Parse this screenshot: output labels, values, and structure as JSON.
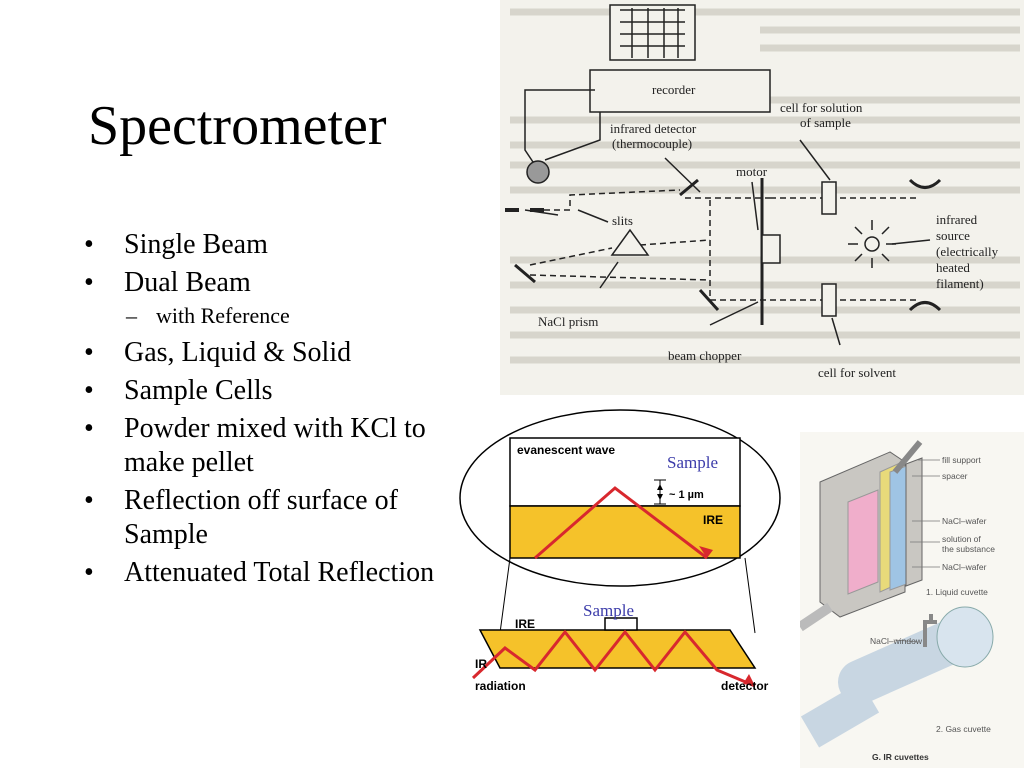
{
  "slide": {
    "title": "Spectrometer",
    "bullets": [
      "Single Beam",
      "Dual Beam",
      "Gas, Liquid & Solid",
      "Sample Cells",
      "Powder mixed with KCl to make pellet",
      "Reflection off surface of Sample",
      "Attenuated Total Reflection"
    ],
    "sub_bullets": [
      "with Reference"
    ]
  },
  "spectrometer_figure": {
    "labels": {
      "recorder": "recorder",
      "detector": "infrared detector",
      "detector2": "(thermocouple)",
      "cell_sample": "cell for solution",
      "cell_sample2": "of sample",
      "motor": "motor",
      "slits": "slits",
      "source1": "infrared",
      "source2": "source",
      "source3": "(electrically",
      "source4": "heated",
      "source5": "filament)",
      "prism": "NaCl prism",
      "chopper": "beam chopper",
      "cell_solvent": "cell for solvent"
    }
  },
  "atr_figure": {
    "evanescent": "evanescent wave",
    "sample_top": "Sample",
    "thickness": "~ 1 µm",
    "ire_top": "IRE",
    "sample_bottom": "Sample",
    "ire_bottom": "IRE",
    "ir": "IR",
    "radiation": "radiation",
    "detector": "detector",
    "colors": {
      "crystal": "#f5c22a",
      "beam": "#d8282e",
      "label_blue": "#3c3caa"
    }
  },
  "cuvette_figure": {
    "fill_support": "fill support",
    "spacer": "spacer",
    "nacl_wafer1": "NaCl–wafer",
    "solution1": "solution of",
    "solution2": "the substance",
    "nacl_wafer2": "NaCl–wafer",
    "liquid": "1.  Liquid cuvette",
    "nacl_window": "NaCl–window",
    "gas": "2.  Gas cuvette",
    "caption": "G. IR cuvettes"
  }
}
